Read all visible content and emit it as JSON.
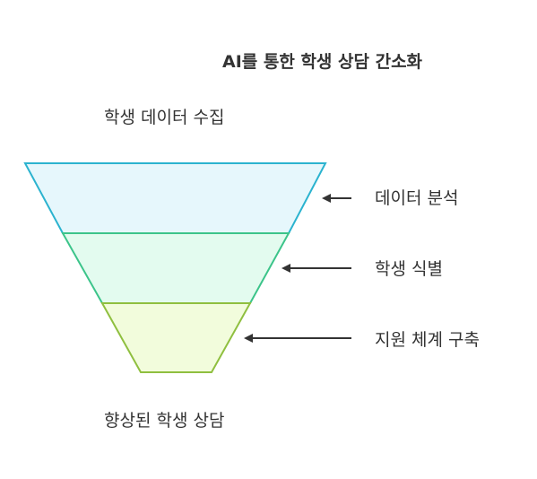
{
  "title": "AI를 통한 학생 상담 간소화",
  "top_label": "학생 데이터 수집",
  "bottom_label": "향상된 학생 상담",
  "stages": [
    {
      "label": "데이터 분석",
      "fill": "#e6f7fc",
      "stroke": "#2bb3cf"
    },
    {
      "label": "학생 식별",
      "fill": "#e3fbef",
      "stroke": "#3cc48a"
    },
    {
      "label": "지원 체계 구축",
      "fill": "#f2fcdc",
      "stroke": "#8fbf3f"
    }
  ],
  "colors": {
    "text": "#333333",
    "arrow": "#333333"
  }
}
